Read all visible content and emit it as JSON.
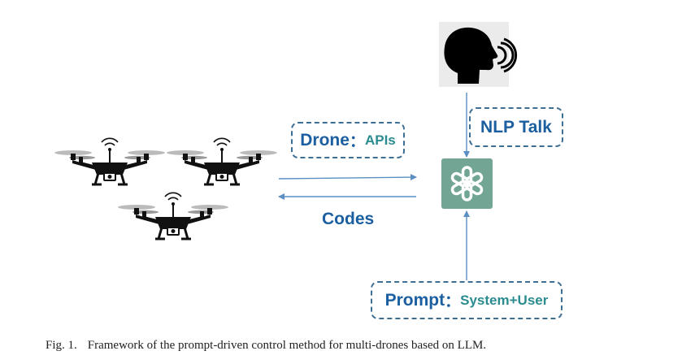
{
  "labels": {
    "drone_main": "Drone",
    "drone_sep": "：",
    "drone_sub": "APIs",
    "nlp": "NLP Talk",
    "codes": "Codes",
    "prompt_main": "Prompt",
    "prompt_sep": "：",
    "prompt_sub": "System+User"
  },
  "caption": {
    "number": "Fig. 1.",
    "text": "Framework of the prompt-driven control method for multi-drones based on LLM."
  },
  "colors": {
    "arrow": "#5b8fc4",
    "llm_tile": "#73a595",
    "label_blue": "#1c5fa0",
    "label_teal": "#2b8c90"
  },
  "icons": {
    "speaker": "speaking-head-icon",
    "llm": "openai-logo-icon",
    "drone": "drone-icon"
  }
}
